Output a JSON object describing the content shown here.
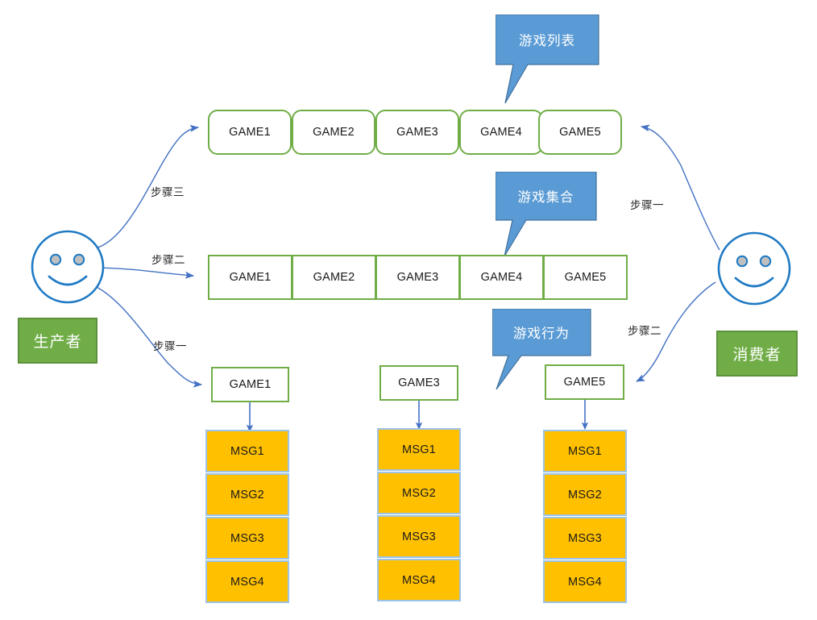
{
  "diagram": {
    "title": "Producer-Consumer Game Message Queue Diagram",
    "colors": {
      "game_border": "#70AD47",
      "role_fill": "#70AD47",
      "role_border": "#5C913B",
      "msg_fill": "#FFC000",
      "msg_border": "#9DC3E6",
      "callout_fill": "#5B9BD5",
      "callout_border": "#41719C",
      "arrow": "#4472C4",
      "face_stroke": "#1F7AC4"
    }
  },
  "actors": {
    "producer": {
      "label": "生产者",
      "face_name": "smiley-face"
    },
    "consumer": {
      "label": "消费者",
      "face_name": "smiley-face"
    }
  },
  "callouts": [
    {
      "id": "game-list",
      "text": "游戏列表"
    },
    {
      "id": "game-collection",
      "text": "游戏集合"
    },
    {
      "id": "game-behavior",
      "text": "游戏行为"
    }
  ],
  "game_list_row": {
    "name": "game-list-row",
    "items": [
      "GAME1",
      "GAME2",
      "GAME3",
      "GAME4",
      "GAME5"
    ]
  },
  "game_collection_row": {
    "name": "game-collection-row",
    "items": [
      "GAME1",
      "GAME2",
      "GAME3",
      "GAME4",
      "GAME5"
    ]
  },
  "game_behavior_columns": [
    {
      "game": "GAME1",
      "messages": [
        "MSG1",
        "MSG2",
        "MSG3",
        "MSG4"
      ]
    },
    {
      "game": "GAME3",
      "messages": [
        "MSG1",
        "MSG2",
        "MSG3",
        "MSG4"
      ]
    },
    {
      "game": "GAME5",
      "messages": [
        "MSG1",
        "MSG2",
        "MSG3",
        "MSG4"
      ]
    }
  ],
  "steps": {
    "producer_step3": "步骤三",
    "producer_step2": "步骤二",
    "producer_step1": "步骤一",
    "consumer_step1": "步骤一",
    "consumer_step2": "步骤二"
  }
}
